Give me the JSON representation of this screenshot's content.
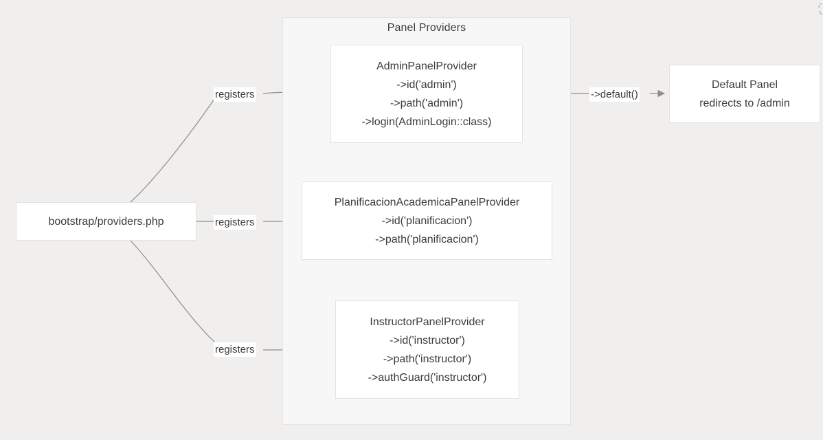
{
  "diagram": {
    "background_color": "#f0efed",
    "edge_color": "#8d8d8d",
    "text_color": "#3b3b3b",
    "node_fill": "#ffffff",
    "node_stroke": "#e2e2e2",
    "cluster_fill": "#f7f7f7",
    "cluster_stroke": "#e4e4e4"
  },
  "cluster": {
    "title": "Panel Providers"
  },
  "nodes": {
    "bootstrap": {
      "lines": [
        "bootstrap/providers.php"
      ]
    },
    "admin_panel_provider": {
      "lines": [
        "AdminPanelProvider",
        "->id('admin')",
        "->path('admin')",
        "->login(AdminLogin::class)"
      ]
    },
    "planificacion_panel_provider": {
      "lines": [
        "PlanificacionAcademicaPanelProvider",
        "->id('planificacion')",
        "->path('planificacion')"
      ]
    },
    "instructor_panel_provider": {
      "lines": [
        "InstructorPanelProvider",
        "->id('instructor')",
        "->path('instructor')",
        "->authGuard('instructor')"
      ]
    },
    "default_panel": {
      "lines": [
        "Default Panel",
        "redirects to /admin"
      ]
    }
  },
  "edges": [
    {
      "id": "bootstrap-to-admin",
      "label": "registers"
    },
    {
      "id": "bootstrap-to-planif",
      "label": "registers"
    },
    {
      "id": "bootstrap-to-instr",
      "label": "registers"
    },
    {
      "id": "admin-to-default",
      "label": "->default()"
    }
  ]
}
